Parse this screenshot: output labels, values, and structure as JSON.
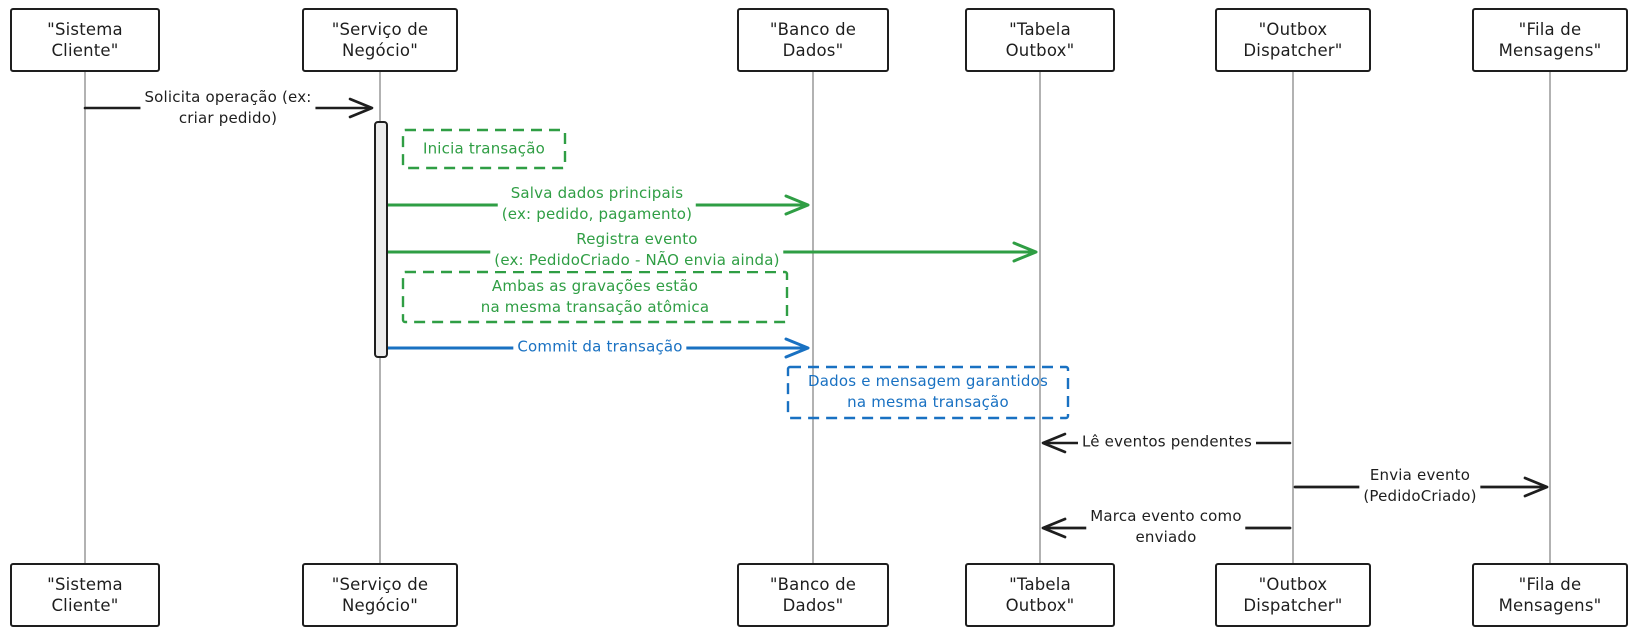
{
  "colors": {
    "stroke_black": "#1e1e1e",
    "stroke_green": "#2f9e44",
    "stroke_blue": "#1971c2",
    "lifeline_gray": "#aaaaaa",
    "activation_fill": "#ececec",
    "background": "#ffffff"
  },
  "participants": [
    {
      "label": "\"Sistema Cliente\""
    },
    {
      "label": "\"Serviço de Negócio\""
    },
    {
      "label": "\"Banco de Dados\""
    },
    {
      "label": "\"Tabela Outbox\""
    },
    {
      "label": "\"Outbox Dispatcher\""
    },
    {
      "label": "\"Fila de Mensagens\""
    }
  ],
  "messages": [
    {
      "from": "Sistema Cliente",
      "to": "Serviço de Negócio",
      "color": "black",
      "lines": [
        "Solicita operação (ex:",
        "criar pedido)"
      ]
    },
    {
      "from": "Serviço de Negócio",
      "to": "Banco de Dados",
      "color": "green",
      "lines": [
        "Salva dados principais",
        "(ex: pedido, pagamento)"
      ]
    },
    {
      "from": "Serviço de Negócio",
      "to": "Tabela Outbox",
      "color": "green",
      "lines": [
        "Registra evento",
        "(ex: PedidoCriado - NÃO envia ainda)"
      ]
    },
    {
      "from": "Serviço de Negócio",
      "to": "Banco de Dados",
      "color": "blue",
      "lines": [
        "Commit da transação"
      ]
    },
    {
      "from": "Outbox Dispatcher",
      "to": "Tabela Outbox",
      "color": "black",
      "lines": [
        "Lê eventos pendentes"
      ]
    },
    {
      "from": "Outbox Dispatcher",
      "to": "Fila de Mensagens",
      "color": "black",
      "lines": [
        "Envia evento",
        "(PedidoCriado)"
      ]
    },
    {
      "from": "Outbox Dispatcher",
      "to": "Tabela Outbox",
      "color": "black",
      "lines": [
        "Marca evento como",
        "enviado"
      ]
    }
  ],
  "notes": [
    {
      "color": "green",
      "lines": [
        "Inicia transação"
      ]
    },
    {
      "color": "green",
      "lines": [
        "Ambas as gravações estão",
        "na mesma transação atômica"
      ]
    },
    {
      "color": "blue",
      "lines": [
        "Dados e mensagem garantidos",
        "na mesma transação"
      ]
    }
  ]
}
